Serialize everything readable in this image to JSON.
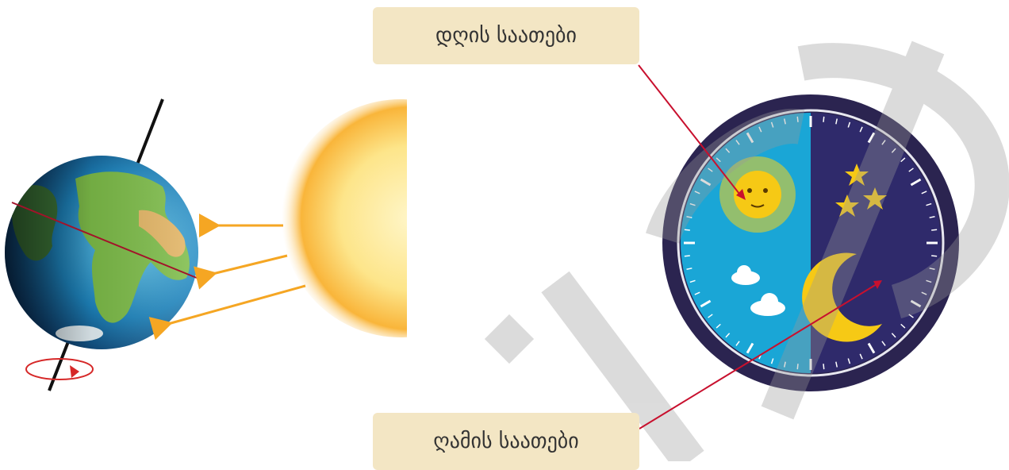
{
  "labels": {
    "day_hours": "დღის საათები",
    "night_hours": "ღამის საათები"
  },
  "colors": {
    "label_bg": "#f3e6c4",
    "pointer_line": "#c8102e",
    "sun_ray_arrow": "#f5a623",
    "clock_rim": "#2b2450",
    "day_side": "#1aa6d6",
    "night_side": "#2f2a6b",
    "watermark": "#cfcfcf"
  },
  "icons": [
    "earth-globe",
    "rotation-arrow-icon",
    "sun-icon",
    "sun-face-icon",
    "moon-icon",
    "star-icon",
    "cloud-icon"
  ]
}
